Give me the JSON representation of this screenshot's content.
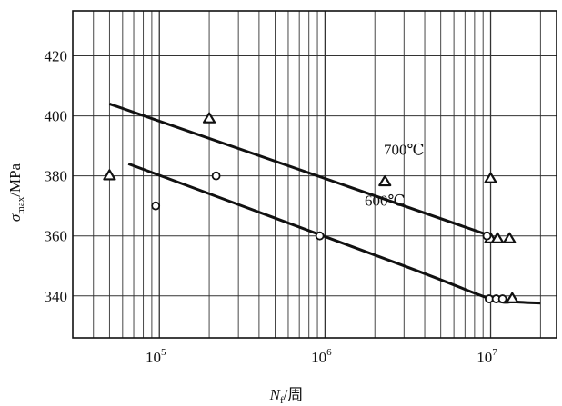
{
  "chart_data": {
    "type": "scatter",
    "xscale": "log",
    "xlim": [
      30000,
      25000000
    ],
    "ylim": [
      326,
      435
    ],
    "grid": true,
    "xlabel": {
      "main": "N",
      "sub": "f",
      "rest": "/周"
    },
    "ylabel": {
      "main": "σ",
      "sub": "max",
      "rest": "/MPa"
    },
    "xticks": [
      {
        "value": 100000,
        "base": "10",
        "exp": "5"
      },
      {
        "value": 1000000,
        "base": "10",
        "exp": "6"
      },
      {
        "value": 10000000,
        "base": "10",
        "exp": "7"
      }
    ],
    "yticks": [
      340,
      360,
      380,
      400,
      420
    ],
    "series": [
      {
        "name": "700℃",
        "marker": "triangle",
        "points": [
          [
            50000,
            380
          ],
          [
            200000,
            399
          ],
          [
            2300000,
            378
          ],
          [
            10000000,
            379
          ],
          [
            10000000,
            359
          ],
          [
            11000000,
            359
          ],
          [
            13000000,
            359
          ],
          [
            13500000,
            339
          ]
        ],
        "curve": [
          [
            50000,
            404
          ],
          [
            10000000,
            360
          ]
        ]
      },
      {
        "name": "600℃",
        "marker": "circle",
        "points": [
          [
            95000,
            370
          ],
          [
            220000,
            380
          ],
          [
            930000,
            360
          ],
          [
            9500000,
            360
          ],
          [
            9800000,
            339
          ],
          [
            10800000,
            339
          ],
          [
            11800000,
            339
          ]
        ],
        "curve": [
          [
            65000,
            384
          ],
          [
            3000000,
            350
          ],
          [
            10000000,
            339
          ],
          [
            14000000,
            338
          ],
          [
            20000000,
            337.6
          ]
        ]
      }
    ]
  }
}
